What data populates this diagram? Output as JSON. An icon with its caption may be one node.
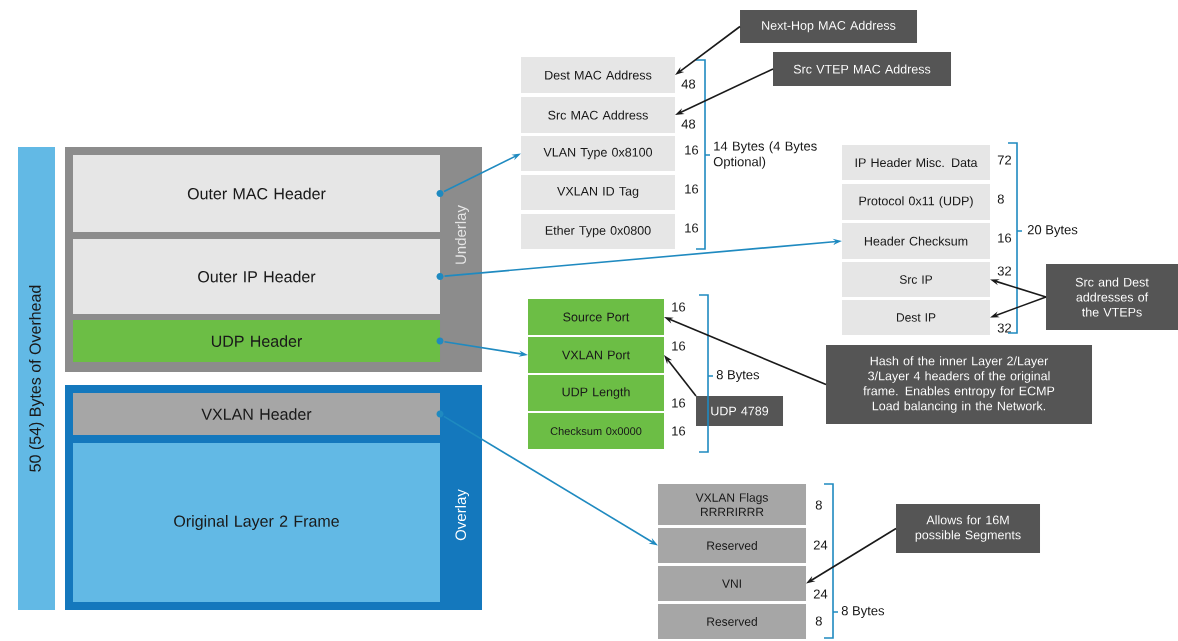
{
  "diagram": {
    "nodes": [
      {
        "text": [
          "50 (54) Bytes of Overhead"
        ]
      },
      {
        "text": [
          "Underlay"
        ]
      },
      {
        "text": [
          "Outer MAC Header"
        ],
        "in": 1
      },
      {
        "text": [
          "Outer IP Header"
        ],
        "in": 1
      },
      {
        "text": [
          "UDP Header"
        ],
        "in": 1
      },
      {
        "text": [
          "Overlay"
        ]
      },
      {
        "text": [
          "VXLAN Header"
        ],
        "in": 5
      },
      {
        "text": [
          "Original Layer 2 Frame"
        ],
        "in": 5
      },
      {
        "text": [
          "Dest MAC Address"
        ],
        "beside": [
          "48"
        ]
      },
      {
        "text": [
          "Src MAC Address"
        ],
        "beside": [
          "48"
        ]
      },
      {
        "text": [
          "VLAN Type 0x8100"
        ],
        "beside": [
          "16"
        ]
      },
      {
        "text": [
          "VXLAN ID Tag"
        ],
        "beside": [
          "16"
        ]
      },
      {
        "text": [
          "Ether Type 0x0800"
        ],
        "beside": [
          "16"
        ]
      },
      {
        "text": [
          "IP Header Misc. Data"
        ],
        "beside": [
          "72"
        ]
      },
      {
        "text": [
          "Protocol 0x11 (UDP)"
        ],
        "beside": [
          "8"
        ]
      },
      {
        "text": [
          "Header Checksum"
        ],
        "beside": [
          "16"
        ]
      },
      {
        "text": [
          "Src IP"
        ],
        "beside": [
          "32"
        ]
      },
      {
        "text": [
          "Dest IP"
        ],
        "beside": [
          "32"
        ]
      },
      {
        "text": [
          "Source Port"
        ],
        "beside": [
          "16"
        ]
      },
      {
        "text": [
          "VXLAN Port"
        ],
        "beside": [
          "16"
        ]
      },
      {
        "text": [
          "UDP Length"
        ],
        "beside": [
          "16"
        ]
      },
      {
        "text": [
          "Checksum 0x0000"
        ],
        "beside": [
          "16"
        ]
      },
      {
        "text": [
          "VXLAN Flags RRRRIRRR"
        ],
        "beside": [
          "8"
        ]
      },
      {
        "text": [
          "Reserved"
        ],
        "beside": [
          "24"
        ]
      },
      {
        "text": [
          "VNI"
        ],
        "beside": [
          "24"
        ]
      },
      {
        "text": [
          "Reserved"
        ],
        "beside": [
          "8"
        ]
      },
      {
        "text": [
          "Next-Hop MAC Address"
        ]
      },
      {
        "text": [
          "Src VTEP MAC Address"
        ]
      },
      {
        "text": [
          "Src and Dest addresses of the VTEPs"
        ]
      },
      {
        "text": [
          "Hash of the inner Layer 2/Layer 3/Layer 4 headers of the original frame. Enables entropy for ECMP Load balancing in the Network."
        ]
      },
      {
        "text": [
          "UDP 4789"
        ]
      },
      {
        "text": [
          "Allows for 16M possible Segments"
        ]
      }
    ],
    "edges": [
      {
        "from": 2,
        "to": 10,
        "arrow": "to",
        "color": "#1f8ac0"
      },
      {
        "from": 3,
        "to": 15,
        "arrow": "to",
        "color": "#1f8ac0"
      },
      {
        "from": 4,
        "to": 19,
        "arrow": "to",
        "color": "#1f8ac0"
      },
      {
        "from": 6,
        "to": 23,
        "arrow": "to",
        "color": "#1f8ac0"
      },
      {
        "from": 26,
        "to": 8,
        "arrow": "to"
      },
      {
        "from": 27,
        "to": 9,
        "arrow": "to"
      },
      {
        "from": 28,
        "to": 16,
        "arrow": "to"
      },
      {
        "from": 28,
        "to": 17,
        "arrow": "to"
      },
      {
        "from": 29,
        "to": 18,
        "arrow": "to"
      },
      {
        "from": 30,
        "to": 19,
        "arrow": "to"
      },
      {
        "from": 31,
        "to": 24,
        "arrow": "to"
      }
    ],
    "labels": [
      "14 Bytes (4 Bytes Optional)",
      "20 Bytes",
      "8 Bytes",
      "8 Bytes"
    ]
  }
}
